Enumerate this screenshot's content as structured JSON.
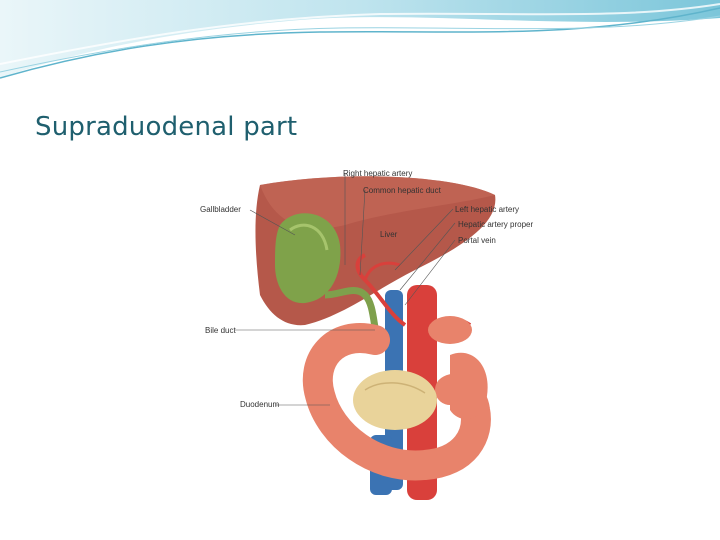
{
  "slide": {
    "title": "Supraduodenal part"
  },
  "figure": {
    "labels": {
      "right_hepatic_artery": "Right hepatic artery",
      "common_hepatic_duct": "Common hepatic duct",
      "gallbladder": "Gallbladder",
      "left_hepatic_artery": "Left hepatic artery",
      "hepatic_artery_proper": "Hepatic artery proper",
      "liver": "Liver",
      "portal_vein": "Portal vein",
      "bile_duct": "Bile duct",
      "duodenum": "Duodenum"
    }
  },
  "colors": {
    "title": "#1f5f6e",
    "band_light": "#d7eef4",
    "band_mid": "#8fcfdf",
    "liver": "#b5584a",
    "gallbladder": "#7fa24a",
    "artery": "#d9403b",
    "vein": "#3b73b3",
    "duodenum": "#e8836b",
    "pancreas": "#e9d39a"
  }
}
